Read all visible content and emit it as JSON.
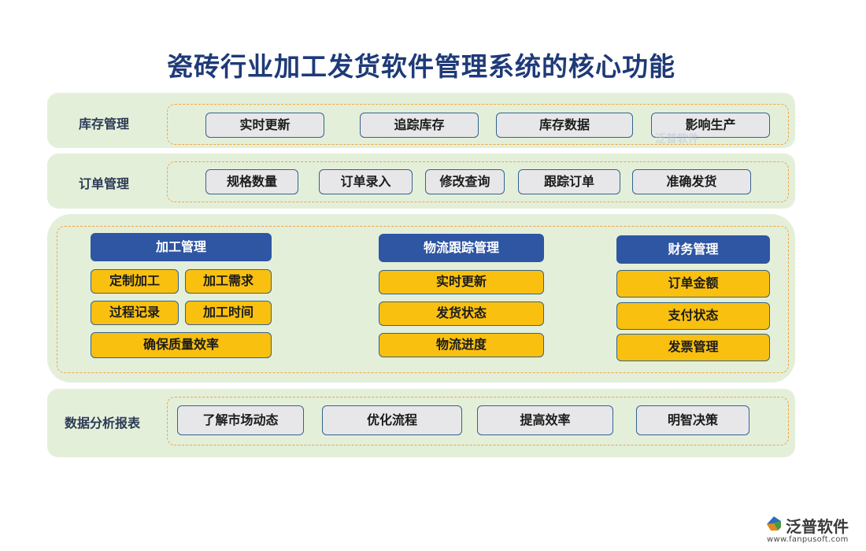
{
  "title": "瓷砖行业加工发货软件管理系统的核心功能",
  "colors": {
    "title": "#1f3a78",
    "band_bg": "#e4efd9",
    "dash": "#f0a640",
    "pill_bg": "#e7e7e9",
    "pill_border": "#35638f",
    "header_bg": "#2f56a3",
    "item_bg": "#f9c010"
  },
  "inventory": {
    "label": "库存管理",
    "items": [
      "实时更新",
      "追踪库存",
      "库存数据",
      "影响生产"
    ]
  },
  "order": {
    "label": "订单管理",
    "items": [
      "规格数量",
      "订单录入",
      "修改查询",
      "跟踪订单",
      "准确发货"
    ]
  },
  "processing": {
    "header": "加工管理",
    "items": [
      "定制加工",
      "加工需求",
      "过程记录",
      "加工时间",
      "确保质量效率"
    ]
  },
  "logistics": {
    "header": "物流跟踪管理",
    "items": [
      "实时更新",
      "发货状态",
      "物流进度"
    ]
  },
  "finance": {
    "header": "财务管理",
    "items": [
      "订单金额",
      "支付状态",
      "发票管理"
    ]
  },
  "analysis": {
    "label": "数据分析报表",
    "items": [
      "了解市场动态",
      "优化流程",
      "提高效率",
      "明智决策"
    ]
  },
  "watermark": {
    "text": "泛普软件"
  },
  "logo": {
    "icon": "fanpu-logo-icon",
    "name": "泛普软件",
    "url": "www.fanpusoft.com"
  }
}
